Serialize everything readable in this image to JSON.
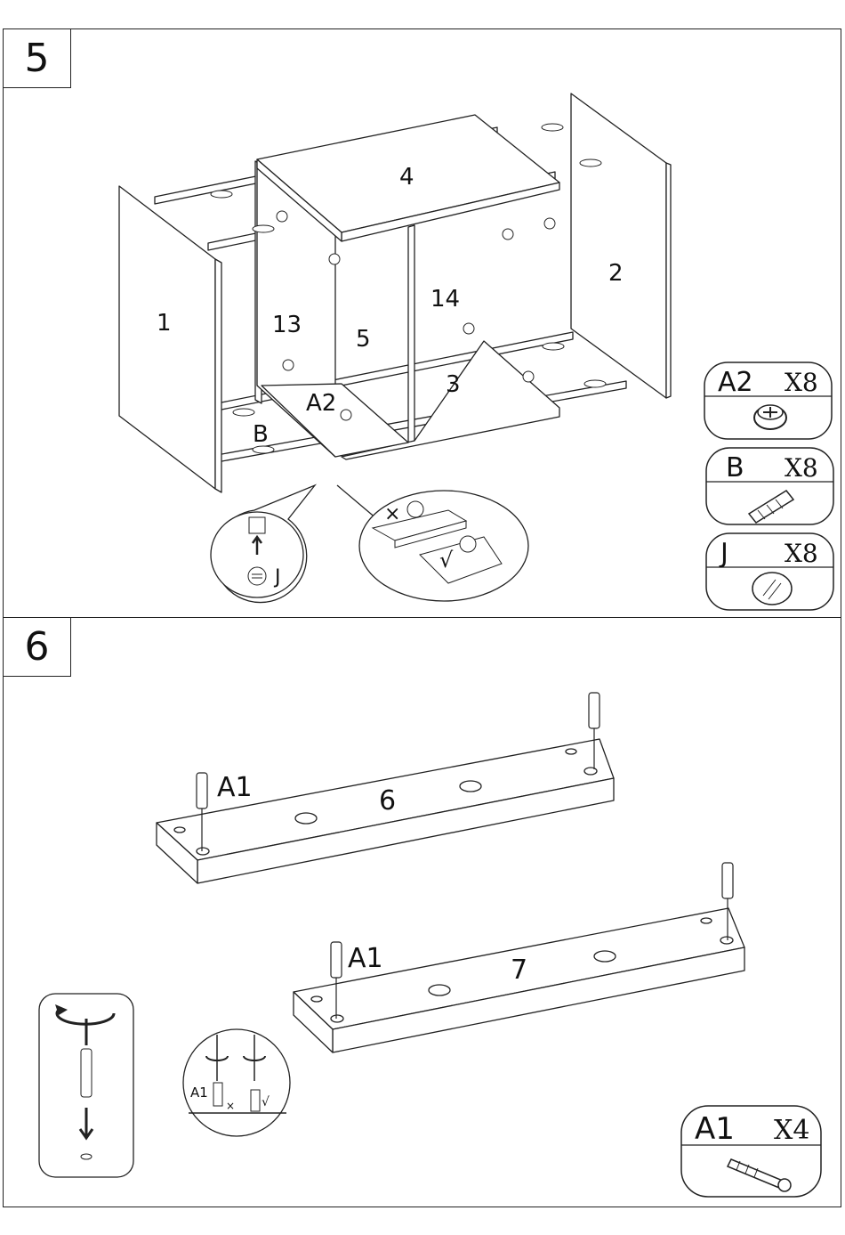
{
  "steps": [
    {
      "number": "5",
      "parts": {
        "p1": "1",
        "p2": "2",
        "p3": "3",
        "p4": "4",
        "p5": "5",
        "p13": "13",
        "p14": "14"
      },
      "callouts": {
        "a2": "A2",
        "b": "B"
      },
      "detail_left": {
        "label": "J"
      },
      "detail_right": {
        "wrong": "×",
        "right": "√"
      },
      "hardware": [
        {
          "code": "A2",
          "qty": "X8",
          "icon": "cam-lock-icon"
        },
        {
          "code": "B",
          "qty": "X8",
          "icon": "wood-dowel-icon"
        },
        {
          "code": "J",
          "qty": "X8",
          "icon": "felt-pad-icon"
        }
      ]
    },
    {
      "number": "6",
      "parts": {
        "p6": "6",
        "p7": "7"
      },
      "callouts": {
        "a1_top": "A1",
        "a1_bottom": "A1"
      },
      "detail_round": {
        "label": "A1",
        "wrong": "×",
        "right": "√"
      },
      "hardware": [
        {
          "code": "A1",
          "qty": "X4",
          "icon": "cam-bolt-icon"
        }
      ]
    }
  ]
}
